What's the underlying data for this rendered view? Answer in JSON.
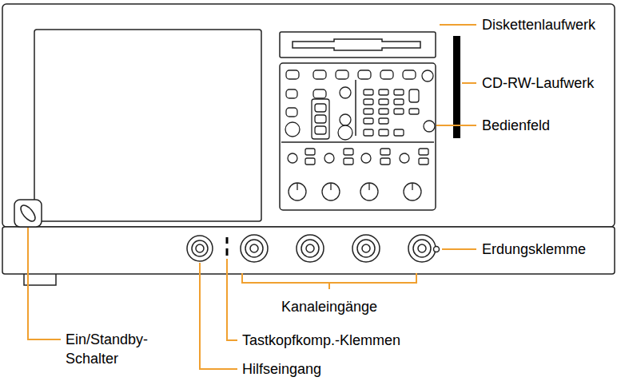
{
  "diagram": {
    "labels": [
      "Diskettenlaufwerk",
      "CD-RW-Laufwerk",
      "Bedienfeld",
      "Erdungsklemme",
      "Kanaleingänge",
      "Ein/Standby- Schalter",
      "Tastkopfkomp.-Klemmen",
      "Hilfseingang"
    ]
  }
}
